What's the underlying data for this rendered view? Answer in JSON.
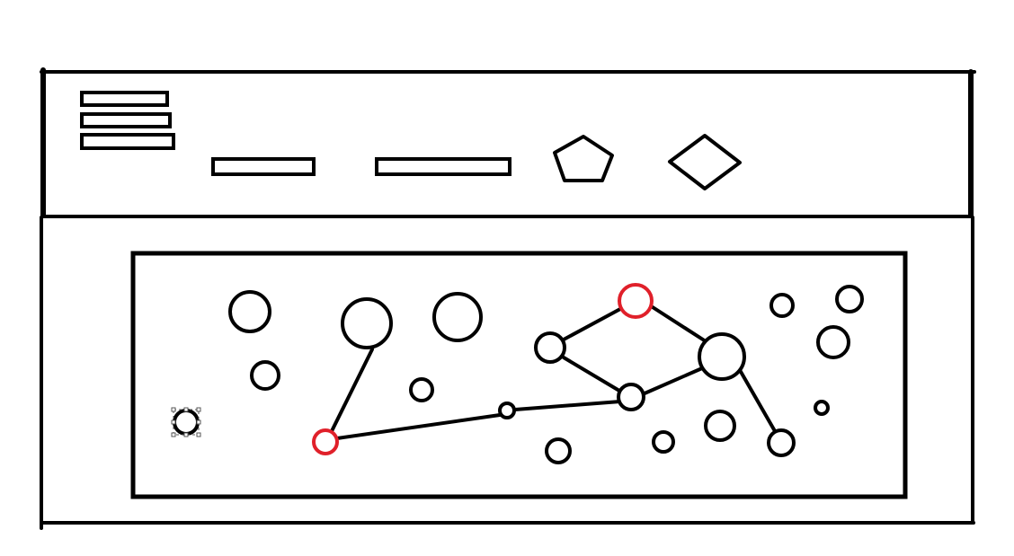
{
  "colors": {
    "background": "#ffffff",
    "stroke": "#000000",
    "highlight": "#e0202a",
    "selection_handle": "#555555"
  },
  "toolbar": {
    "menu_icon": "hamburger-menu-icon",
    "tools": [
      {
        "name": "tool-field-1",
        "shape": "rectangle"
      },
      {
        "name": "tool-field-2",
        "shape": "rectangle"
      },
      {
        "name": "pentagon-tool",
        "shape": "pentagon"
      },
      {
        "name": "diamond-tool",
        "shape": "diamond"
      }
    ]
  },
  "graph": {
    "nodes": [
      {
        "id": "n1",
        "highlighted": false
      },
      {
        "id": "n2",
        "highlighted": false
      },
      {
        "id": "n3",
        "highlighted": false
      },
      {
        "id": "n4",
        "highlighted": true
      },
      {
        "id": "n5",
        "highlighted": false
      },
      {
        "id": "n6",
        "highlighted": false
      },
      {
        "id": "n7",
        "highlighted": false
      },
      {
        "id": "n8",
        "highlighted": false
      },
      {
        "id": "n9",
        "highlighted": false
      },
      {
        "id": "n10",
        "highlighted": false
      },
      {
        "id": "n11",
        "highlighted": false
      },
      {
        "id": "n12",
        "highlighted": true
      },
      {
        "id": "n13",
        "highlighted": false
      },
      {
        "id": "n14",
        "highlighted": false
      },
      {
        "id": "n15",
        "highlighted": false
      },
      {
        "id": "n16",
        "highlighted": false
      },
      {
        "id": "n17",
        "highlighted": false
      },
      {
        "id": "n18",
        "highlighted": false
      },
      {
        "id": "n19",
        "highlighted": false
      },
      {
        "id": "n20",
        "highlighted": false
      },
      {
        "id": "n21",
        "highlighted": false
      },
      {
        "id": "n22",
        "highlighted": false
      }
    ],
    "edges": [
      [
        "n2",
        "n12"
      ],
      [
        "n12",
        "n13"
      ],
      [
        "n13",
        "n10"
      ],
      [
        "n4",
        "n8"
      ],
      [
        "n4",
        "n9"
      ],
      [
        "n8",
        "n10"
      ],
      [
        "n10",
        "n9"
      ],
      [
        "n9",
        "n15"
      ]
    ],
    "selected_node": "n11"
  }
}
